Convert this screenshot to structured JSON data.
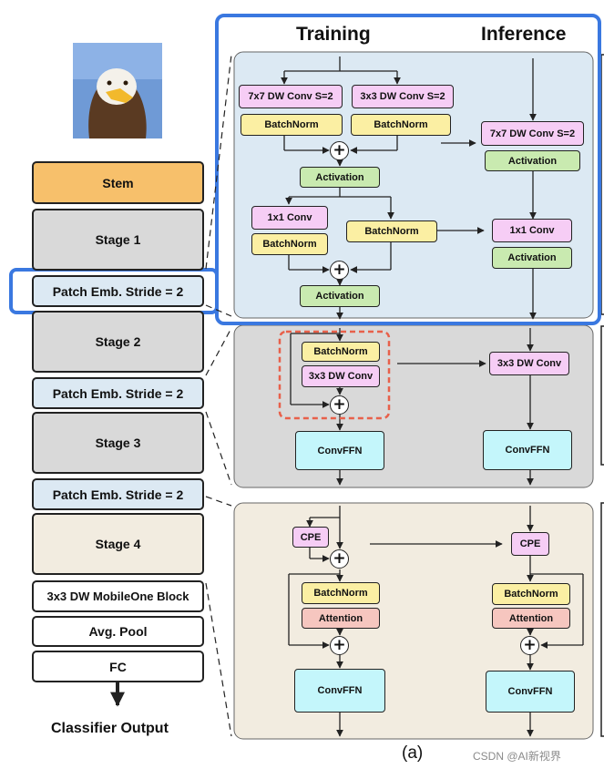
{
  "image_alt": "Input image",
  "headings": {
    "training": "Training",
    "inference": "Inference"
  },
  "backbone": {
    "stem": "Stem",
    "stage1": "Stage 1",
    "patch_emb_1": "Patch Emb. Stride = 2",
    "stage2": "Stage 2",
    "patch_emb_2": "Patch Emb. Stride = 2",
    "stage3": "Stage 3",
    "patch_emb_3": "Patch Emb. Stride = 2",
    "stage4": "Stage 4",
    "mobileone": "3x3 DW MobileOne Block",
    "avgpool": "Avg. Pool",
    "fc": "FC",
    "output": "Classifier Output"
  },
  "patch_embedding": {
    "training": {
      "dw7": "7x7 DW Conv S=2",
      "dw3": "3x3 DW Conv S=2",
      "bn_left": "BatchNorm",
      "bn_right": "BatchNorm",
      "act1": "Activation",
      "pw": "1x1 Conv",
      "bn_pw": "BatchNorm",
      "bn_skip": "BatchNorm",
      "act2": "Activation",
      "plus": "+"
    },
    "inference": {
      "dw7": "7x7 DW Conv S=2",
      "act1": "Activation",
      "pw": "1x1 Conv",
      "act2": "Activation"
    }
  },
  "repmixer": {
    "training": {
      "bn": "BatchNorm",
      "dw": "3x3 DW Conv",
      "ffn": "ConvFFN",
      "plus": "+"
    },
    "inference": {
      "dw": "3x3 DW Conv",
      "ffn": "ConvFFN"
    }
  },
  "attention_block": {
    "training": {
      "cpe": "CPE",
      "bn": "BatchNorm",
      "attn": "Attention",
      "ffn": "ConvFFN",
      "plus": "+"
    },
    "inference": {
      "cpe": "CPE",
      "bn": "BatchNorm",
      "attn": "Attention",
      "ffn": "ConvFFN",
      "plus": "+"
    }
  },
  "caption": "(a)",
  "watermark": "CSDN @AI新视界",
  "colors": {
    "pink": "#f6cdf5",
    "yellow": "#fbefa3",
    "green": "#c9eab0",
    "cyan": "#c4f6fb",
    "salmon": "#f6c6bf",
    "stage_gray": "#d9d9d9",
    "stem_orange": "#f7c06b",
    "panel_blue": "#dce9f3",
    "panel_gray": "#d9d9d9",
    "panel_beige": "#f2ece0",
    "highlight_blue": "#3a78e0",
    "dashed_red": "#e8604a"
  }
}
